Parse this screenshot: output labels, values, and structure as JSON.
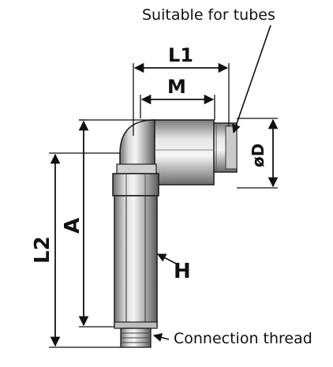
{
  "annotations": {
    "suitable_for_tubes": "Suitable for tubes",
    "connection_thread": "Connection thread"
  },
  "dimensions": {
    "L1": "L1",
    "M": "M",
    "D": "øD",
    "A": "A",
    "L2": "L2",
    "H": "H"
  }
}
